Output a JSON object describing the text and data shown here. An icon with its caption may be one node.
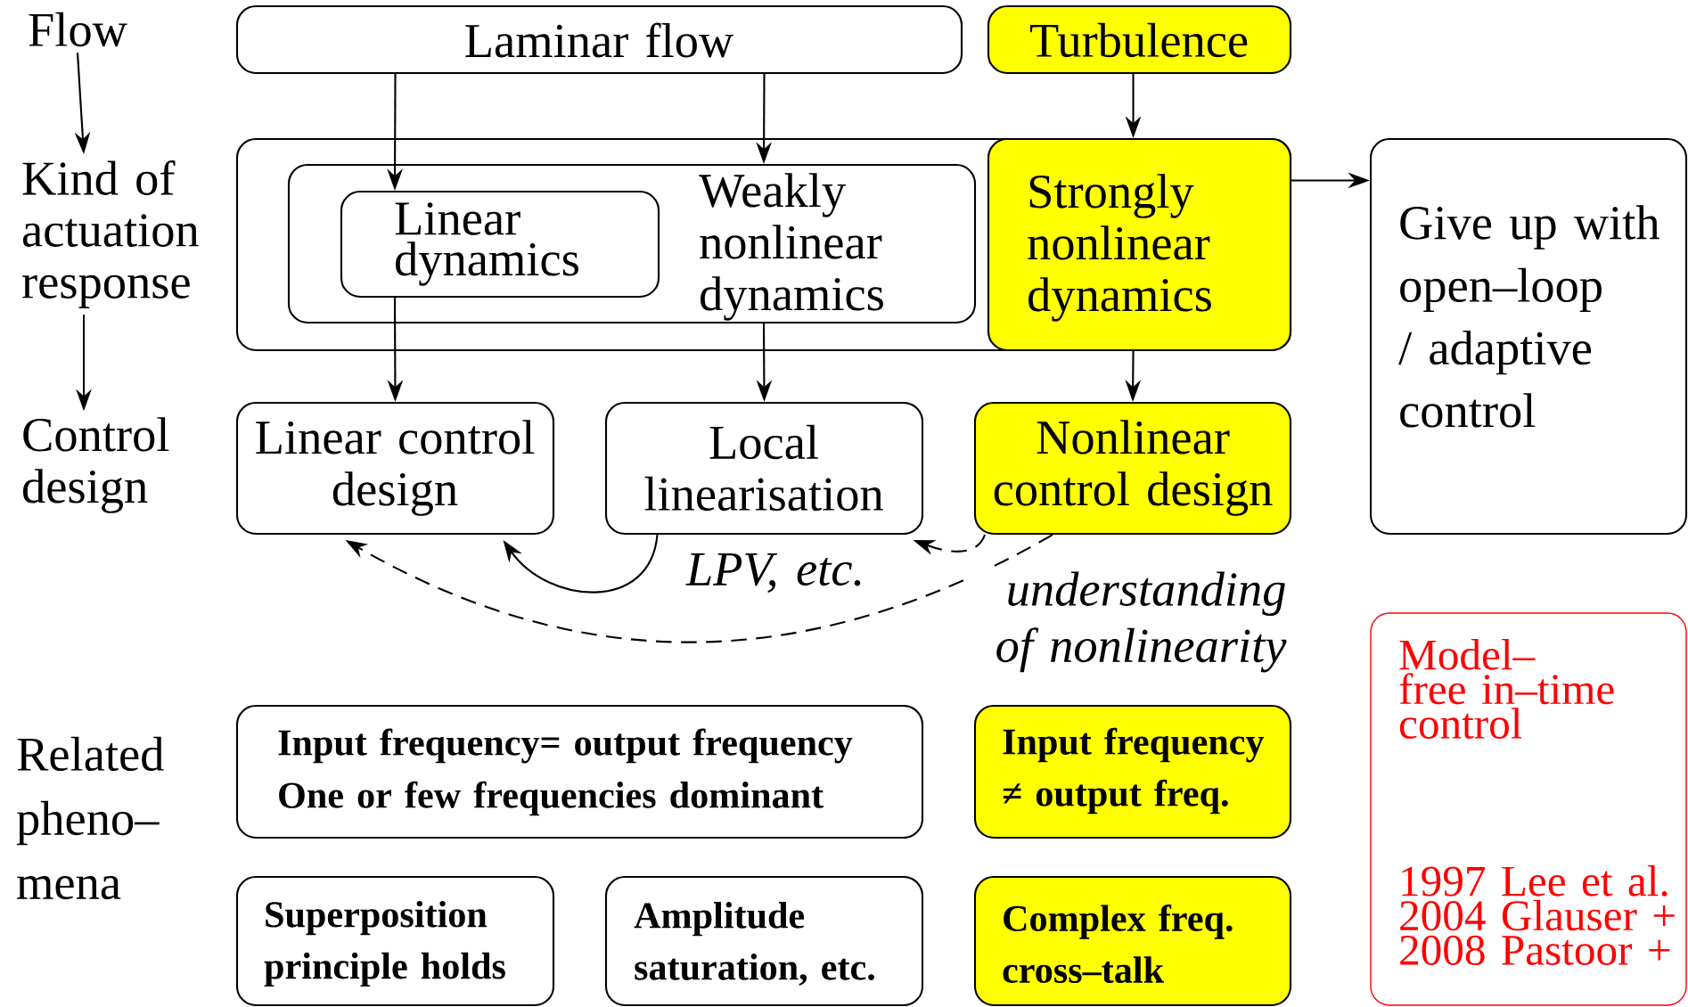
{
  "diagram": {
    "nodes": [
      {
        "text": [
          "Laminar flow"
        ]
      },
      {
        "text": [
          "Turbulence"
        ]
      },
      {
        "text": [],
        "shape": "box"
      },
      {
        "text": [
          "Weakly nonlinear dynamics"
        ],
        "in": 2
      },
      {
        "text": [
          "Linear dynamics"
        ],
        "in": 3
      },
      {
        "text": [
          "Strongly nonlinear dynamics"
        ],
        "in": 2
      },
      {
        "text": [
          "Give up with open–loop / adaptive control"
        ]
      },
      {
        "text": [
          "Linear control design"
        ]
      },
      {
        "text": [
          "Local linearisation"
        ]
      },
      {
        "text": [
          "Nonlinear control design"
        ]
      },
      {
        "text": [
          "Input frequency= output frequency",
          "One or few frequencies dominant"
        ]
      },
      {
        "text": [
          "Input frequency ≠ output freq."
        ]
      },
      {
        "text": [
          "Superposition principle holds"
        ]
      },
      {
        "text": [
          "Amplitude saturation, etc."
        ]
      },
      {
        "text": [
          "Complex freq. cross–talk"
        ]
      },
      {
        "text": [
          "Model–free in–time control",
          "1997 Lee et al. 2004 Glauser + 2008 Pastoor +"
        ]
      },
      {
        "text": [
          "Flow"
        ]
      },
      {
        "text": [
          "Kind of actuation response"
        ]
      },
      {
        "text": [
          "Control design"
        ]
      }
    ],
    "edges": [
      {
        "from": 16,
        "to": 17,
        "arrow": "to"
      },
      {
        "from": 17,
        "to": 18,
        "arrow": "to"
      },
      {
        "from": 0,
        "to": 4,
        "arrow": "to"
      },
      {
        "from": 0,
        "to": 3,
        "arrow": "to"
      },
      {
        "from": 1,
        "to": 5,
        "arrow": "to"
      },
      {
        "from": 5,
        "to": 6,
        "arrow": "to"
      },
      {
        "from": 4,
        "to": 7,
        "arrow": "to"
      },
      {
        "from": 3,
        "to": 8,
        "arrow": "to"
      },
      {
        "from": 5,
        "to": 9,
        "arrow": "to"
      },
      {
        "from": 8,
        "to": 7,
        "arrow": "to",
        "label": "LPV, etc."
      },
      {
        "from": 9,
        "to": 8,
        "arrow": "to",
        "style": "dashed"
      },
      {
        "from": 9,
        "to": 7,
        "arrow": "to",
        "style": "dashed",
        "label": "understanding of nonlinearity"
      }
    ],
    "labels": [
      "Related pheno– mena"
    ]
  }
}
